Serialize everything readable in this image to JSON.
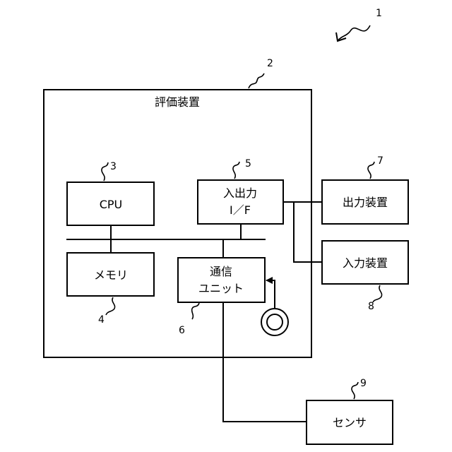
{
  "evaluation_device": {
    "label": "評価装置",
    "ref": "2"
  },
  "cpu": {
    "label": "CPU",
    "ref": "3"
  },
  "memory": {
    "label": "メモリ",
    "ref": "4"
  },
  "io_if": {
    "label_line1": "入出力",
    "label_line2": "I／F",
    "ref": "5"
  },
  "comm_unit": {
    "label_line1": "通信",
    "label_line2": "ユニット",
    "ref": "6"
  },
  "output_device": {
    "label": "出力装置",
    "ref": "7"
  },
  "input_device": {
    "label": "入力装置",
    "ref": "8"
  },
  "sensor": {
    "label": "センサ",
    "ref": "9"
  },
  "system": {
    "ref": "1"
  },
  "colors": {
    "line": "#000000",
    "background": "#ffffff"
  }
}
